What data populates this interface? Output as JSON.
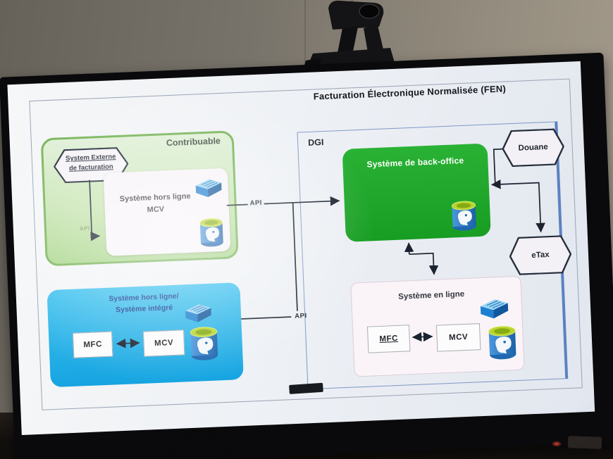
{
  "slide": {
    "title": "Facturation Électronique Normalisée (FEN)"
  },
  "contribuable": {
    "label": "Contribuable",
    "hexagon": {
      "line1": "System Externe",
      "line2": "de facturation"
    },
    "inner": {
      "line1": "Système hors ligne",
      "line2": "MCV"
    }
  },
  "integrated": {
    "title1": "Système hors ligne/",
    "title2": "Système intégré",
    "mfc": "MFC",
    "mcv": "MCV"
  },
  "dgi": {
    "label": "DGI",
    "backoffice": "Système de back-office",
    "online": {
      "title": "Système en ligne",
      "mfc": "MFC",
      "mcv": "MCV"
    }
  },
  "externals": {
    "douane": "Douane",
    "etax": "eTax"
  },
  "api_labels": {
    "external": "API",
    "main": "API",
    "junction": "API"
  },
  "icons": {
    "pos_terminal": "pos-terminal-icon",
    "database": "postgresql-database-icon",
    "camera": "webcam"
  },
  "colors": {
    "contribuable_green": "#c8e5b2",
    "contribuable_border": "#77b457",
    "integrated_blue": "#2bbce9",
    "integrated_title_text": "#1a3d90",
    "backoffice_green": "#1f9f29",
    "dgi_border_blue": "#5b82c0",
    "online_box_fill": "#faf4f8",
    "connector_dark": "#1c2330",
    "power_led_red": "#ff4b37"
  }
}
